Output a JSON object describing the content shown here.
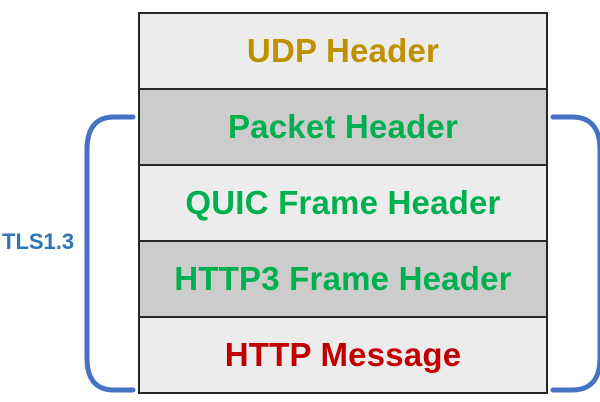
{
  "diagram": {
    "layers": [
      {
        "label": "UDP Header",
        "text_color": "#bf9000",
        "bg_color": "#ececec"
      },
      {
        "label": "Packet Header",
        "text_color": "#00b050",
        "bg_color": "#cccccc"
      },
      {
        "label": "QUIC Frame Header",
        "text_color": "#00b050",
        "bg_color": "#ececec"
      },
      {
        "label": "HTTP3 Frame Header",
        "text_color": "#00b050",
        "bg_color": "#cccccc"
      },
      {
        "label": "HTTP Message",
        "text_color": "#c00000",
        "bg_color": "#ececec"
      }
    ],
    "bracket": {
      "label": "TLS1.3",
      "color": "#4472c4",
      "label_color": "#2e75b6"
    },
    "border_color": "#262626"
  }
}
